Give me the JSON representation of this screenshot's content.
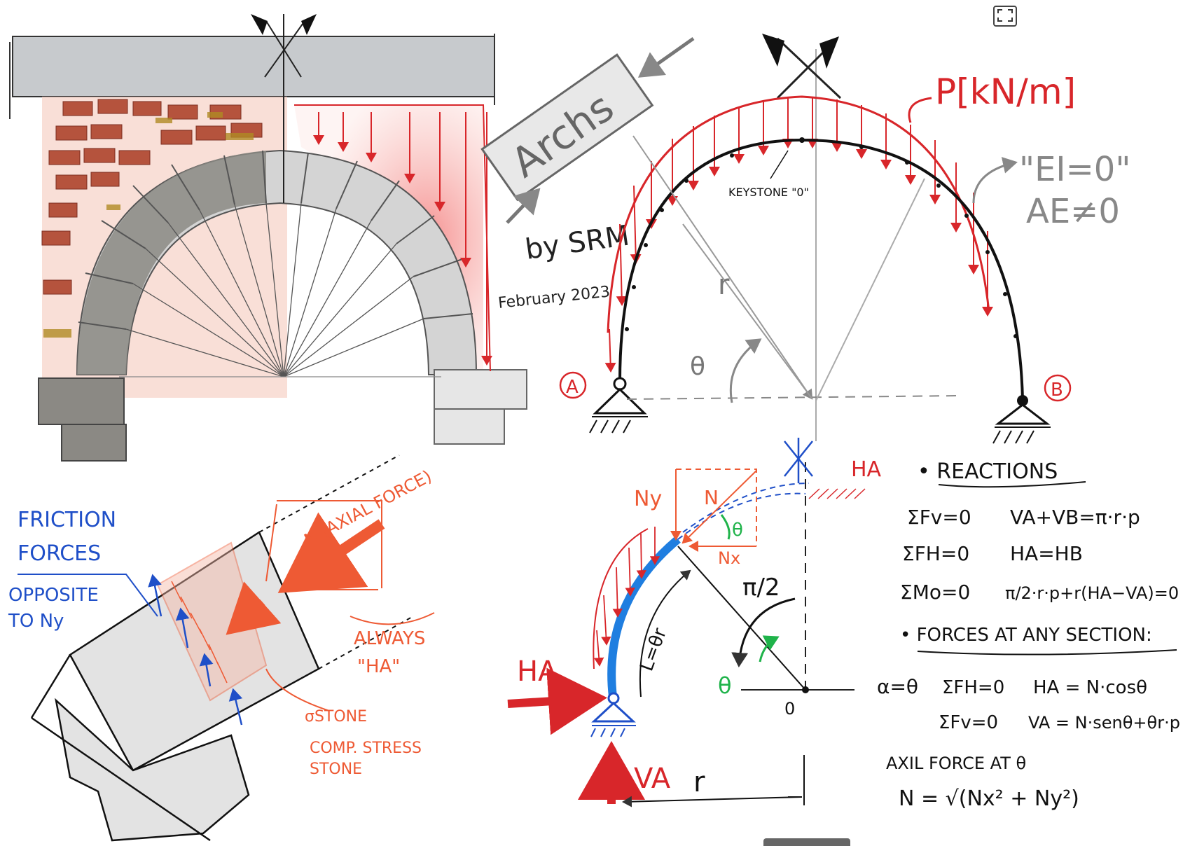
{
  "header": {
    "title": "Archs",
    "author": "by SRM",
    "date": "February 2023"
  },
  "arch_diagram": {
    "load_label": "P[kN/m]",
    "keystone_label": "KEYSTONE \"0\"",
    "radius_label": "r",
    "angle_label": "θ",
    "support_a": "A",
    "support_b": "B",
    "stiffness_1": "\"EI=0\"",
    "stiffness_2": "AE≠0"
  },
  "friction_diagram": {
    "friction_line1": "FRICTION",
    "friction_line2": "FORCES",
    "opposite_line1": "OPPOSITE",
    "opposite_line2": "TO Ny",
    "axial_force": "N (AXIAL FORCE)",
    "always_line1": "ALWAYS",
    "always_line2": "\"HA\"",
    "sigma_stone": "σSTONE",
    "comp_line1": "COMP. STRESS",
    "comp_line2": "STONE"
  },
  "half_arch": {
    "ha_top": "HA",
    "ny": "Ny",
    "n": "N",
    "nx": "Nx",
    "theta_top": "θ",
    "pi_half": "π/2",
    "arc_length": "L=θr",
    "ha_left": "HA",
    "theta_green": "θ",
    "origin": "0",
    "va": "VA",
    "r": "r"
  },
  "equations": {
    "reactions_title": "• REACTIONS",
    "eq1_left": "ΣFv=0",
    "eq1_right": "VA+VB=π·r·p",
    "eq2_left": "ΣFH=0",
    "eq2_right": "HA=HB",
    "eq3_left": "ΣMo=0",
    "eq3_right": "π/2·r·p+r(HA−VA)=0",
    "section_title": "• FORCES AT ANY SECTION:",
    "alpha": "α=θ",
    "eq4_left": "ΣFH=0",
    "eq4_right": "HA = N·cosθ",
    "eq5_left": "ΣFv=0",
    "eq5_right": "VA = N·senθ+θr·p",
    "axil_title": "AXIL FORCE AT θ",
    "axil_formula": "N = √(Nx² + Ny²)"
  },
  "colors": {
    "load": "#d8262a",
    "orange": "#ee5a34",
    "blue": "#1f4fc8",
    "green": "#1fb34a",
    "ink": "#1a1a1a",
    "gray": "#8a8a8a"
  },
  "icons": {
    "expand": "expand-icon"
  }
}
